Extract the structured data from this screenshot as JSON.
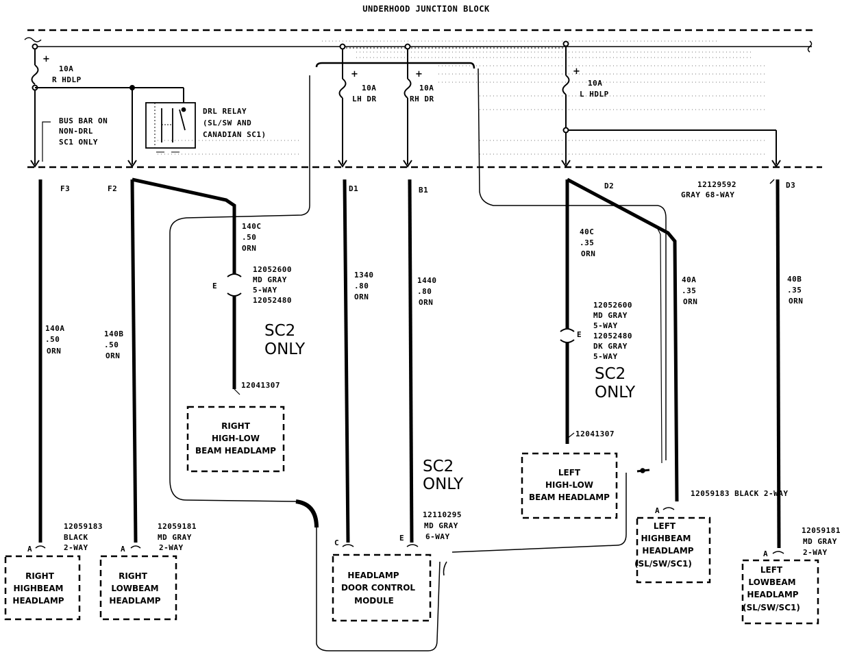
{
  "title": "UNDERHOOD JUNCTION BLOCK",
  "fuses": [
    {
      "id": "r-hdlp",
      "amps": "10A",
      "name": "R HDLP"
    },
    {
      "id": "lh-dr",
      "amps": "10A",
      "name": "LH DR"
    },
    {
      "id": "rh-dr",
      "amps": "10A",
      "name": "RH DR"
    },
    {
      "id": "l-hdlp",
      "amps": "10A",
      "name": "L HDLP"
    }
  ],
  "bus_bar_note": [
    "BUS BAR ON",
    "NON-DRL",
    "SC1 ONLY"
  ],
  "relay": [
    "DRL RELAY",
    "(SL/SW AND",
    "CANADIAN SC1)"
  ],
  "pins": {
    "f3": "F3",
    "f2": "F2",
    "d1": "D1",
    "b1": "B1",
    "d2": "D2",
    "d3": "D3"
  },
  "block_connector": [
    "12129592",
    "GRAY 68-WAY"
  ],
  "wires": {
    "w140c": [
      "140C",
      ".50",
      "ORN"
    ],
    "w140a": [
      "140A",
      ".50",
      "ORN"
    ],
    "w140b": [
      "140B",
      ".50",
      "ORN"
    ],
    "w1340": [
      "1340",
      ".80",
      "ORN"
    ],
    "w1440": [
      "1440",
      ".80",
      "ORN"
    ],
    "w40c": [
      "40C",
      ".35",
      "ORN"
    ],
    "w40a": [
      "40A",
      ".35",
      "ORN"
    ],
    "w40b": [
      "40B",
      ".35",
      "ORN"
    ]
  },
  "inline_connectors": {
    "right": {
      "pin": "E",
      "lines": [
        "12052600",
        "MD GRAY",
        "5-WAY",
        "12052480"
      ]
    },
    "left": {
      "pin": "E",
      "lines": [
        "12052600",
        "MD GRAY",
        "5-WAY",
        "12052480",
        "DK GRAY",
        "5-WAY"
      ]
    }
  },
  "sc2_only": [
    "SC2",
    "ONLY"
  ],
  "part_numbers": {
    "right_hl": "12041307",
    "left_hl": "12041307"
  },
  "components": {
    "right_highbeam": {
      "pin": "A",
      "conn": [
        "12059183",
        "BLACK",
        "2-WAY"
      ],
      "label": [
        "RIGHT",
        "HIGHBEAM",
        "HEADLAMP"
      ]
    },
    "right_lowbeam": {
      "pin": "A",
      "conn": [
        "12059181",
        "MD GRAY",
        "2-WAY"
      ],
      "label": [
        "RIGHT",
        "LOWBEAM",
        "HEADLAMP"
      ]
    },
    "right_highlow": {
      "label": [
        "RIGHT",
        "HIGH-LOW",
        "BEAM HEADLAMP"
      ]
    },
    "door_module": {
      "pins": [
        "C",
        "E"
      ],
      "conn": [
        "12110295",
        "MD GRAY",
        "6-WAY"
      ],
      "label": [
        "HEADLAMP",
        "DOOR CONTROL",
        "MODULE"
      ]
    },
    "left_highlow": {
      "label": [
        "LEFT",
        "HIGH-LOW",
        "BEAM HEADLAMP"
      ]
    },
    "left_highbeam": {
      "pin": "A",
      "conn": [
        "12059183 BLACK 2-WAY"
      ],
      "label": [
        "LEFT",
        "HIGHBEAM",
        "HEADLAMP",
        "(SL/SW/SC1)"
      ]
    },
    "left_lowbeam": {
      "pin": "A",
      "conn": [
        "12059181",
        "MD GRAY",
        "2-WAY"
      ],
      "label": [
        "LEFT",
        "LOWBEAM",
        "HEADLAMP",
        "(SL/SW/SC1)"
      ]
    }
  }
}
